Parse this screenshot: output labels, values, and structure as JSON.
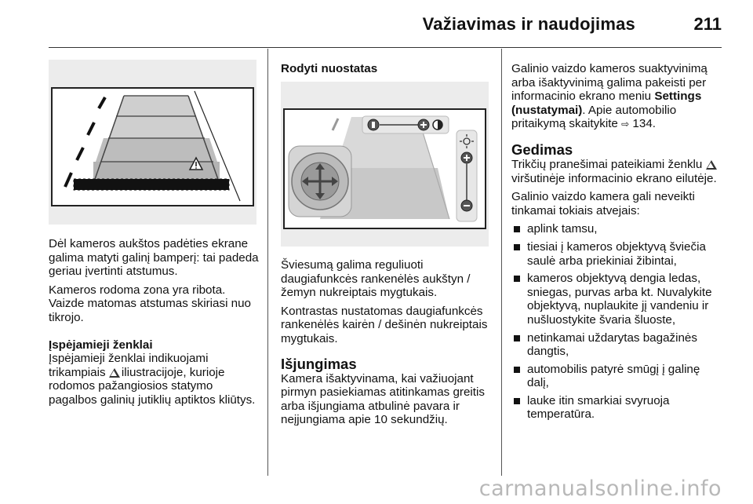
{
  "header": {
    "title": "Važiavimas ir naudojimas",
    "page_number": "211"
  },
  "col1": {
    "p1": "Dėl kameros aukštos padėties ekrane galima matyti galinį bamperį: tai padeda geriau įvertinti atstumus.",
    "p2": "Kameros rodoma zona yra ribota. Vaizde matomas atstumas skiriasi nuo tikrojo.",
    "warning_heading": "Įspėjamieji ženklai",
    "warning_p_before": "Įspėjamieji ženklai indikuojami trikampiais",
    "warning_p_after": "iliustracijoje, kurioje rodomos pažangiosios statymo pagalbos galinių jutiklių aptiktos kliūtys."
  },
  "col2": {
    "settings_heading": "Rodyti nuostatas",
    "brightness_p": "Šviesumą galima reguliuoti daugiafunkcės rankenėlės aukštyn / žemyn nukreiptais mygtukais.",
    "contrast_p": "Kontrastas nustatomas daugiafunkcės rankenėlės kairėn / dešinėn nukreiptais mygtukais.",
    "off_heading": "Išjungimas",
    "off_p": "Kamera išaktyvinama, kai važiuojant pirmyn pasiekiamas atitinkamas greitis arba išjungiama atbulinė pavara ir neįjungiama apie 10 sekundžių."
  },
  "col3": {
    "p1_before": "Galinio vaizdo kameros suaktyvinimą arba išaktyvinimą galima pakeisti per informacinio ekrano meniu",
    "p1_bold": "Settings (nustatymai)",
    "p1_after": ". Apie automobilio pritaikymą skaitykite",
    "p1_ref": "134.",
    "fault_heading": "Gedimas",
    "fault_p_before": "Trikčių pranešimai pateikiami ženklu",
    "fault_p_after": "viršutinėje informacinio ekrano eilutėje.",
    "fault_p2": "Galinio vaizdo kamera gali neveikti tinkamai tokiais atvejais:",
    "bullets": [
      "aplink tamsu,",
      "tiesiai į kameros objektyvą šviečia saulė arba priekiniai žibintai,",
      "kameros objektyvą dengia ledas, sniegas, purvas arba kt. Nuvalykite objektyvą, nuplaukite jį vandeniu ir nušluostykite švaria šluoste,",
      "netinkamai uždarytas bagažinės dangtis,",
      "automobilis patyrė smūgį į galinę dalį,",
      "lauke itin smarkiai svyruoja temperatūra."
    ]
  },
  "watermark": "carmanualsonline.info"
}
